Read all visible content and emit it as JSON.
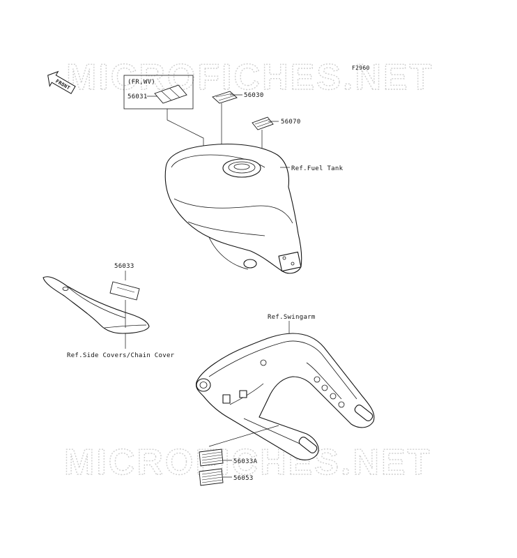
{
  "diagram": {
    "code": "F2960",
    "front_arrow": "FRONT",
    "watermark": "MICROFICHES.NET",
    "group_label": "(FR,WV)",
    "parts": {
      "p56031": "56031",
      "p56030": "56030",
      "p56070": "56070",
      "p56033": "56033",
      "p56033A": "56033A",
      "p56053": "56053"
    },
    "refs": {
      "fuel_tank": "Ref.Fuel Tank",
      "side_covers": "Ref.Side Covers/Chain Cover",
      "swingarm": "Ref.Swingarm"
    }
  }
}
